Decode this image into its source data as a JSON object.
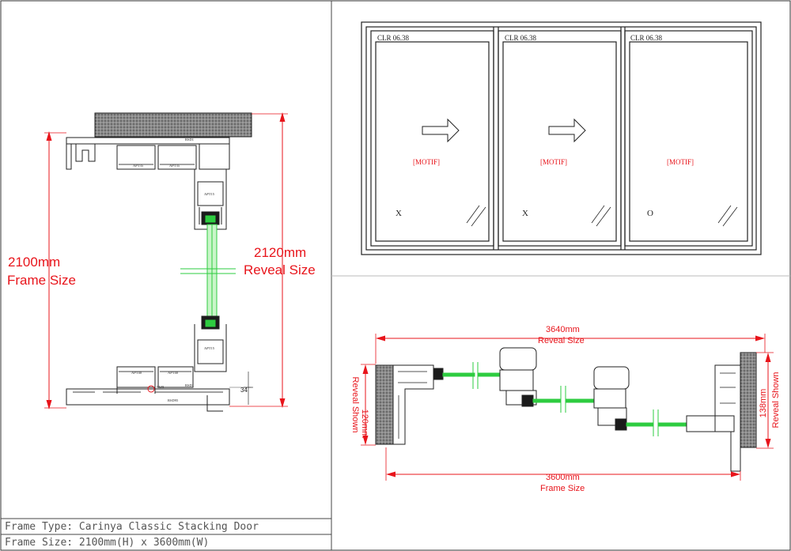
{
  "section": {
    "frame_size_value": "2100mm",
    "frame_size_label": "Frame Size",
    "reveal_size_value": "2120mm",
    "reveal_size_label": "Reveal Size",
    "small_dim": "34",
    "part_labels": [
      "APT15",
      "APT15",
      "APT35",
      "APT35",
      "APT40",
      "APT40",
      "RSD1",
      "RSD1",
      "CUR",
      "RSD95"
    ]
  },
  "elevation": {
    "panels": [
      {
        "code": "CLR 06.38",
        "motif": "[MOTIF]",
        "mark": "X",
        "arrow": true
      },
      {
        "code": "CLR 06.38",
        "motif": "[MOTIF]",
        "mark": "X",
        "arrow": true
      },
      {
        "code": "CLR 06.38",
        "motif": "[MOTIF]",
        "mark": "O",
        "arrow": false
      }
    ]
  },
  "plan": {
    "reveal_width_value": "3640mm",
    "reveal_width_label": "Reveal Size",
    "frame_width_value": "3600mm",
    "frame_width_label": "Frame Size",
    "left_reveal_value": "120mm",
    "left_reveal_label": "Reveal Shown",
    "right_reveal_value": "138mm",
    "right_reveal_label": "Reveal Shown"
  },
  "title_block": {
    "frame_type": "Frame Type: Carinya Classic Stacking Door",
    "frame_size": "Frame Size: 2100mm(H) x 3600mm(W)"
  },
  "colors": {
    "dimension": "#e8141b",
    "glass": "#2ecc40",
    "line": "#222222",
    "masonry": "#777777"
  }
}
